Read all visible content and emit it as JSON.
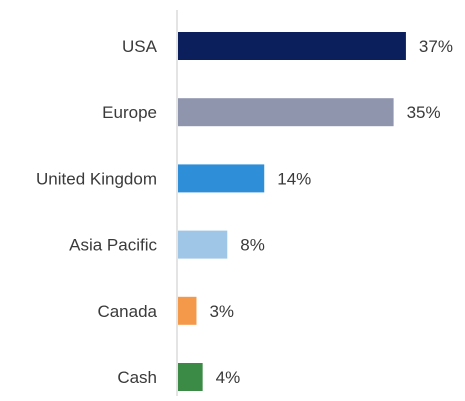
{
  "chart_data": {
    "type": "bar",
    "orientation": "horizontal",
    "title": "",
    "xlabel": "",
    "ylabel": "",
    "categories": [
      "USA",
      "Europe",
      "United Kingdom",
      "Asia Pacific",
      "Canada",
      "Cash"
    ],
    "values": [
      37,
      35,
      14,
      8,
      3,
      4
    ],
    "value_labels": [
      "37%",
      "35%",
      "14%",
      "8%",
      "3%",
      "4%"
    ],
    "colors": [
      "#0b1f5c",
      "#9095ae",
      "#2e8fd8",
      "#9fc6e7",
      "#f4994a",
      "#3b8a46"
    ],
    "xlim": [
      0,
      40
    ],
    "grid": false,
    "legend": "none"
  }
}
